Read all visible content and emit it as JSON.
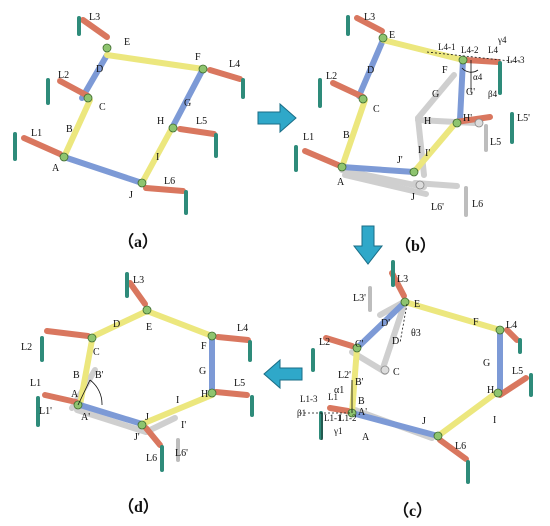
{
  "captions": {
    "a": "（a）",
    "b": "（b）",
    "c": "（c）",
    "d": "（d）"
  },
  "panel_a": {
    "L3": "L3",
    "E": "E",
    "D": "D",
    "F": "F",
    "L4": "L4",
    "L2": "L2",
    "C": "C",
    "G": "G",
    "H": "H",
    "L5": "L5",
    "B": "B",
    "L1": "L1",
    "I": "I",
    "A": "A",
    "J": "J",
    "L6": "L6"
  },
  "panel_b": {
    "L3": "L3",
    "E": "E",
    "L4_1": "L4-1",
    "L4_2": "L4-2",
    "L4": "L4",
    "L4_3": "L4-3",
    "gamma4": "γ4",
    "alpha4": "α4",
    "beta4": "β4",
    "D": "D",
    "F": "F",
    "L2": "L2",
    "C": "C",
    "G": "G",
    "G_prime": "G'",
    "H": "H",
    "H_prime": "H'",
    "L5_prime": "L5'",
    "B": "B",
    "L1": "L1",
    "I": "I",
    "I_prime": "I'",
    "J_prime": "J'",
    "L5": "L5",
    "A": "A",
    "J": "J",
    "L6_prime": "L6'",
    "L6": "L6"
  },
  "panel_c": {
    "L3": "L3",
    "L3_prime": "L3'",
    "E": "E",
    "D_prime": "D'",
    "theta3": "θ3",
    "F": "F",
    "L4": "L4",
    "L2": "L2",
    "C_prime": "C'",
    "D": "D",
    "C": "C",
    "G": "G",
    "L2_prime": "L2'",
    "L5": "L5",
    "alpha1": "α1",
    "H": "H",
    "L1_3": "L1-3",
    "L1": "L1",
    "B_prime": "B'",
    "B": "B",
    "beta1": "β1",
    "L1_1": "L1-1",
    "L1_2": "L1-2",
    "A_prime": "A'",
    "gamma1": "γ1",
    "A": "A",
    "I": "I",
    "J": "J",
    "L6": "L6"
  },
  "panel_d": {
    "L3": "L3",
    "D": "D",
    "E": "E",
    "L4": "L4",
    "L2": "L2",
    "C": "C",
    "F": "F",
    "B": "B",
    "B_prime": "B'",
    "G": "G",
    "L5": "L5",
    "L1": "L1",
    "A": "A",
    "H": "H",
    "L1_prime": "L1'",
    "A_prime": "A'",
    "J": "J",
    "I": "I",
    "I_prime": "I'",
    "J_prime": "J'",
    "L6": "L6",
    "L6_prime": "L6'"
  },
  "colors": {
    "blue_link": "#7d9ad6",
    "yellow_link": "#ece77e",
    "red_link": "#d9775f",
    "leg": "#2e8b7a",
    "joint": "#8ec46f",
    "ghost": "#cfcfcf",
    "arrow": "#2fa8c9"
  }
}
